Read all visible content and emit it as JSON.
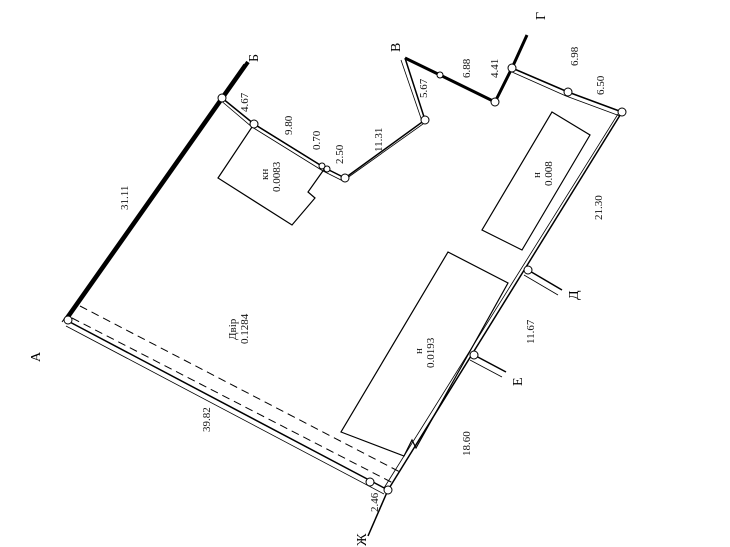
{
  "points": {
    "a": "А",
    "b": "Б",
    "v": "В",
    "g": "Г",
    "d": "Д",
    "e": "Е",
    "zh": "Ж"
  },
  "segments": {
    "a_b": "31.11",
    "b_1": "4.67",
    "s_980": "9.80",
    "s_070": "0.70",
    "s_250": "2.50",
    "s_1131": "11.31",
    "s_567": "5.67",
    "s_688": "6.88",
    "s_441": "4.41",
    "s_698": "6.98",
    "s_650": "6.50",
    "s_2130": "21.30",
    "s_1167": "11.67",
    "s_1860": "18.60",
    "s_246": "2.46",
    "s_3982": "39.82"
  },
  "areas": {
    "yard_name": "Двір",
    "yard_value": "0.1284",
    "kn_name": "кн",
    "kn_value": "0.0083",
    "n1_name": "н",
    "n1_value": "0.008",
    "n2_name": "н",
    "n2_value": "0.0193"
  }
}
